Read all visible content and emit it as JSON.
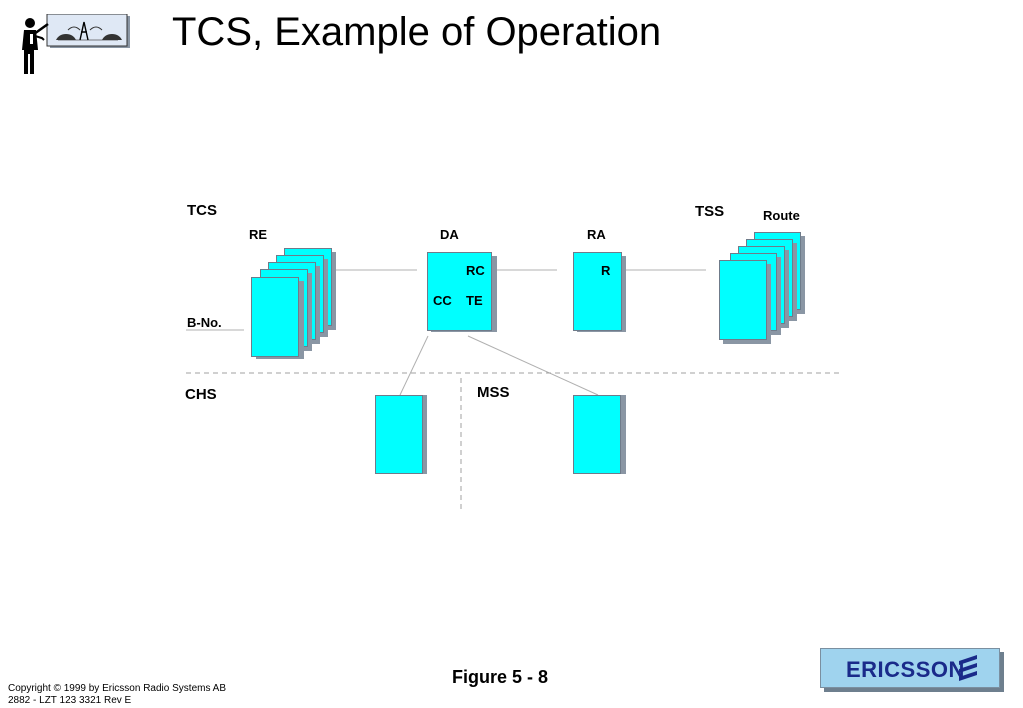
{
  "title": "TCS, Example of Operation",
  "labels": {
    "tcs": "TCS",
    "tss": "TSS",
    "route": "Route",
    "re": "RE",
    "da": "DA",
    "ra": "RA",
    "rc": "RC",
    "cc": "CC",
    "te": "TE",
    "r": "R",
    "bno": "B-No.",
    "chs": "CHS",
    "mss": "MSS"
  },
  "footer": {
    "figure": "Figure  5 - 8",
    "copyright": "Copyright © 1999 by Ericsson Radio Systems AB",
    "doc_id": "2882 - LZT 123 3321 Rev E"
  },
  "logo": {
    "text": "ERICSSON",
    "icon": "ericsson-stripes-icon"
  },
  "colors": {
    "block_fill": "#00ffff",
    "block_shadow": "#8a96a4",
    "connector": "#b0b0b0",
    "logo_bg": "#9fd3ee",
    "logo_text": "#1a2a8a"
  },
  "icons": {
    "presenter": "presenter-with-network-icon"
  }
}
